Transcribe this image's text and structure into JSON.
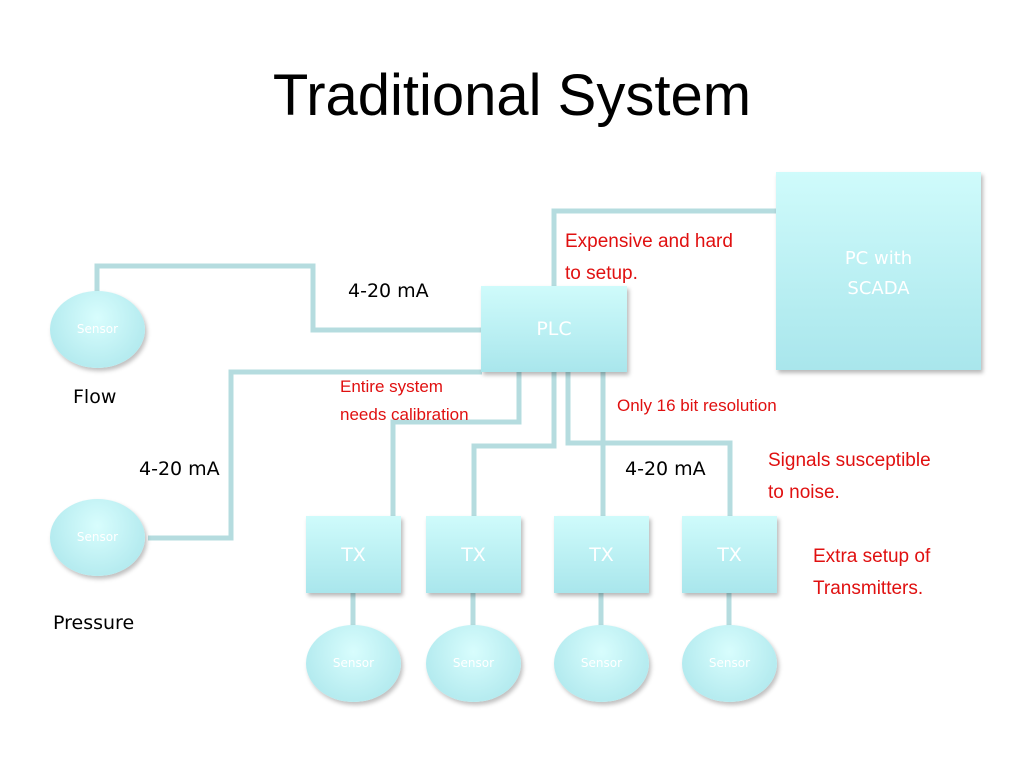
{
  "title": "Traditional System",
  "nodes": {
    "plc": "PLC",
    "scada": [
      "PC with",
      "SCADA"
    ],
    "tx": [
      "TX",
      "TX",
      "TX",
      "TX"
    ],
    "sensor_label": "Sensor"
  },
  "labels": {
    "flow": "Flow",
    "pressure": "Pressure",
    "ma_top": "4-20 mA",
    "ma_left": "4-20 mA",
    "ma_right": "4-20 mA"
  },
  "notes": {
    "expensive": [
      "Expensive and hard",
      "to setup."
    ],
    "calibration": [
      "Entire system",
      "needs calibration"
    ],
    "resolution": "Only 16 bit resolution",
    "noise": [
      "Signals susceptible",
      "to noise."
    ],
    "transmitters": [
      "Extra setup of",
      "Transmitters."
    ]
  },
  "colors": {
    "wire": "#b5dcdf",
    "box_top": "#cffbfb",
    "box_bottom": "#a9e6ec",
    "note_red": "#e01010"
  }
}
